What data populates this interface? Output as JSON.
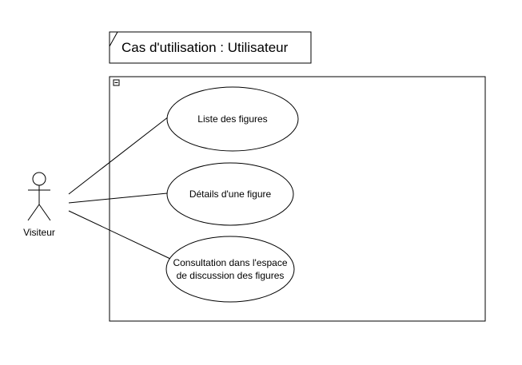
{
  "diagram": {
    "title": "Cas d'utilisation : Utilisateur",
    "collapse_marker": "−",
    "actor": {
      "label": "Visiteur"
    },
    "use_cases": [
      {
        "lines": [
          "Liste des figures"
        ]
      },
      {
        "lines": [
          "Détails d'une figure"
        ]
      },
      {
        "lines": [
          "Consultation dans l'espace",
          "de discussion des figures"
        ]
      }
    ],
    "colors": {
      "stroke": "#000000",
      "background": "#ffffff",
      "text": "#000000"
    }
  }
}
